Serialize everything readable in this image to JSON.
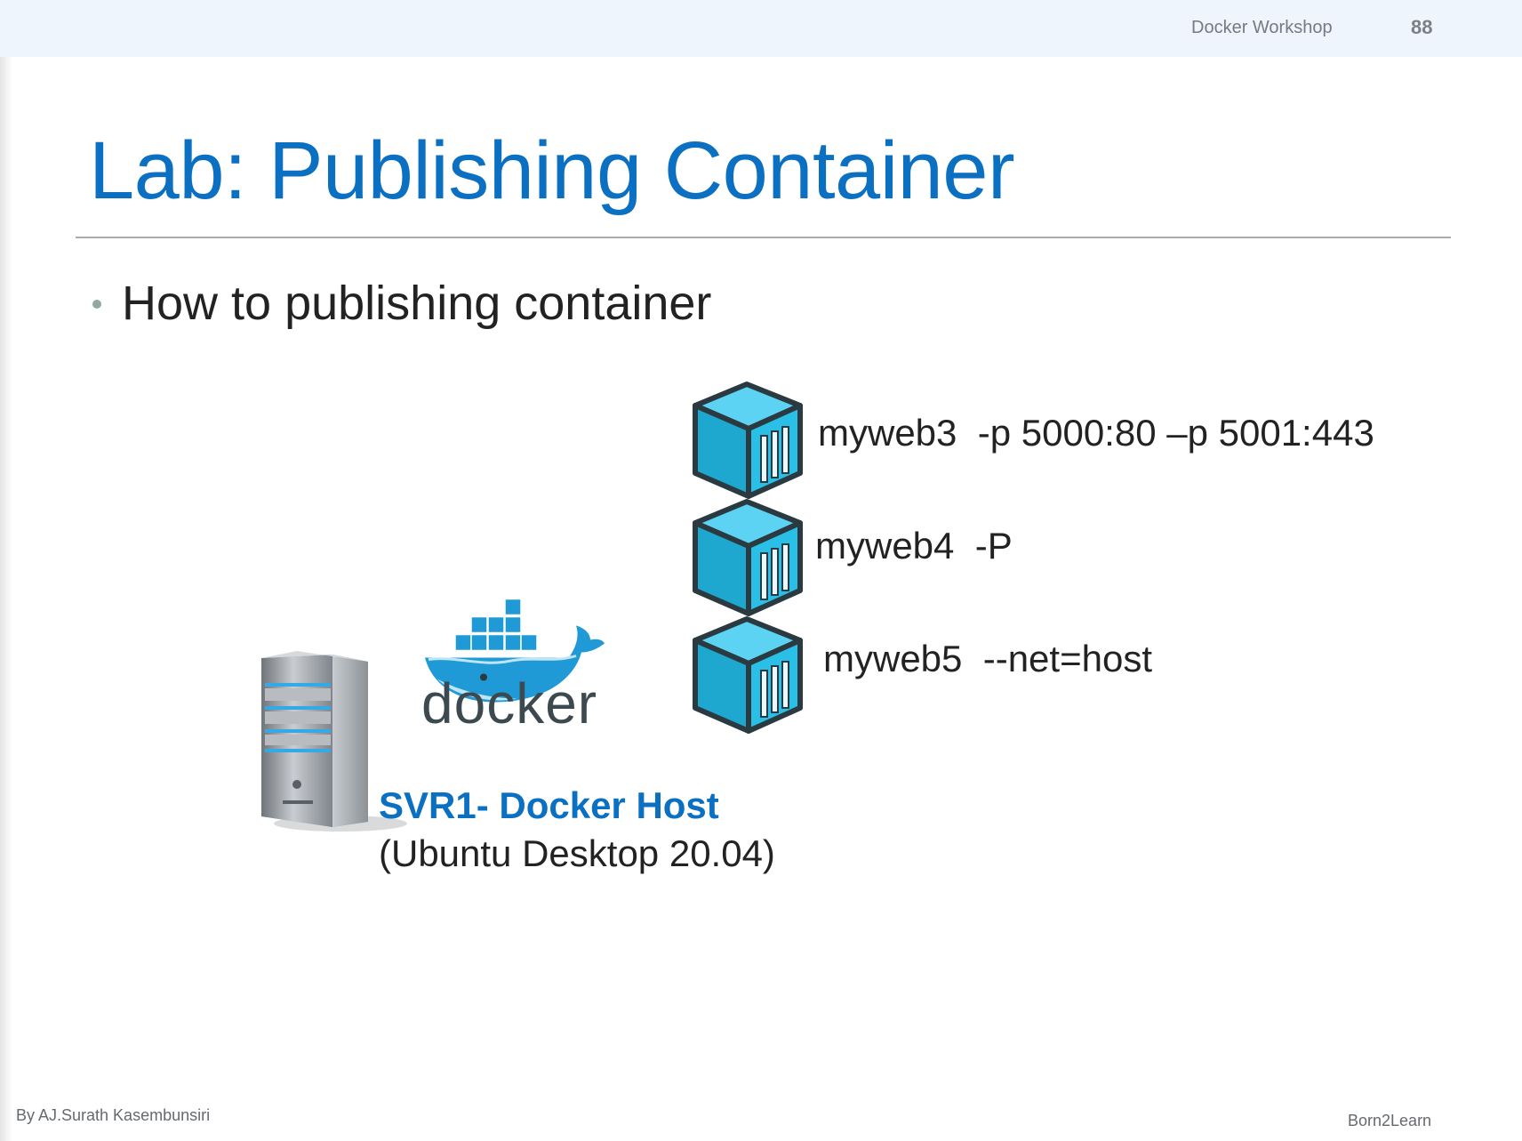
{
  "header": {
    "workshop": "Docker Workshop",
    "page_number": "88"
  },
  "slide": {
    "title": "Lab: Publishing Container",
    "bullet": "How to publishing container"
  },
  "containers": [
    {
      "name": "myweb3",
      "label": "myweb3  -p 5000:80 –p 5001:443"
    },
    {
      "name": "myweb4",
      "label": "myweb4  -P"
    },
    {
      "name": "myweb5",
      "label": "myweb5  --net=host"
    }
  ],
  "docker_logo": {
    "wordmark": "docker"
  },
  "host": {
    "name": "SVR1- Docker Host",
    "os": "(Ubuntu Desktop 20.04)"
  },
  "footer": {
    "author": "By AJ.Surath Kasembunsiri",
    "brand": "Born2Learn"
  },
  "colors": {
    "title_blue": "#0b6fc2",
    "container_cyan": "#29bfe6",
    "container_outline": "#2a3a40",
    "docker_blue": "#1f9ad6"
  }
}
